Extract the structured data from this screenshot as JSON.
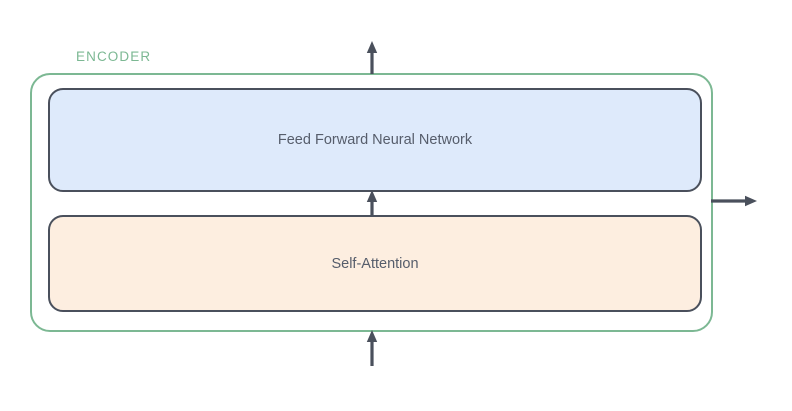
{
  "diagram": {
    "type": "transformer-encoder-block",
    "container": {
      "label": "ENCODER",
      "border_color": "#7cb893"
    },
    "blocks": [
      {
        "id": "feed-forward",
        "label": "Feed Forward Neural Network",
        "fill_color": "#deeafb",
        "border_color": "#4a505c",
        "text_color": "#565d6b"
      },
      {
        "id": "self-attention",
        "label": "Self-Attention",
        "fill_color": "#fdeee0",
        "border_color": "#4a505c",
        "text_color": "#565d6b"
      }
    ],
    "arrows": [
      {
        "id": "output-top",
        "icon": "arrow-up-icon",
        "direction": "up",
        "color": "#4a505c"
      },
      {
        "id": "between-blocks",
        "icon": "arrow-up-icon",
        "direction": "up",
        "color": "#4a505c"
      },
      {
        "id": "input-bottom",
        "icon": "arrow-up-icon",
        "direction": "up",
        "color": "#4a505c"
      },
      {
        "id": "output-right",
        "icon": "arrow-right-icon",
        "direction": "right",
        "color": "#4a505c"
      }
    ]
  }
}
